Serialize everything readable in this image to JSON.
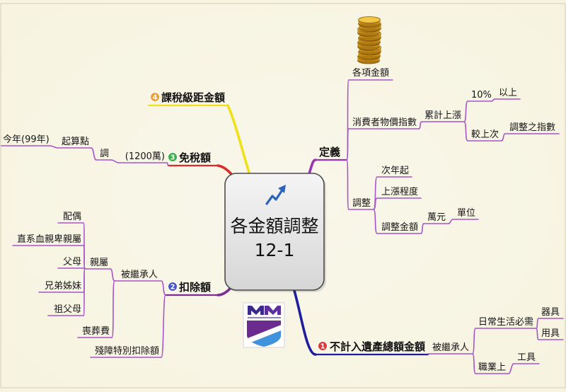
{
  "central_topic": {
    "icon": "trend-arrow-icon",
    "title": "各金額調整",
    "subtitle": "12-1"
  },
  "colors": {
    "background": "#f6f3df",
    "tax_bracket_branch": "#f0e01a",
    "exemption_branch": "#e02a2a",
    "deduction_branch": "#7b2d96",
    "excluded_branch": "#1f1f9e",
    "definition_branch": "#9b35b5",
    "sub_branch": "#a855c8",
    "badge_1": "#e03a3a",
    "badge_2": "#4a55cc",
    "badge_3": "#3aae48",
    "badge_4": "#f0a030"
  },
  "definition": {
    "label": "定義",
    "amounts": {
      "label": "各項金額",
      "icon": "coin-stack-icon"
    },
    "cpi": {
      "label": "消費者物價指數",
      "cumulative_rise": "累計上漲",
      "ten_percent": "10%",
      "above": "以上",
      "versus_last": "較上次",
      "adjusted_index": "調整之指數"
    },
    "adjustment": {
      "label": "調整",
      "next_year": "次年起",
      "rise_degree": "上漲程度",
      "adjusted_amount": "調整金額",
      "ten_thousand": "萬元",
      "unit": "單位"
    }
  },
  "excluded": {
    "badge": "1",
    "label": "不計入遺產總額金額",
    "decedent": "被繼承人",
    "daily_necessities": "日常生活必需",
    "appliances": "器具",
    "utensils": "用具",
    "occupational": "職業上",
    "tools": "工具"
  },
  "deduction": {
    "badge": "2",
    "label": "扣除額",
    "decedent": "被繼承人",
    "relatives": "親屬",
    "spouse": "配偶",
    "lineal_descendants": "直系血親卑親屬",
    "parents": "父母",
    "siblings": "兄弟姊妹",
    "grandparents": "祖父母",
    "funeral": "喪葬費",
    "disability": "殘障特別扣除額"
  },
  "exemption": {
    "badge": "3",
    "label": "免稅額",
    "amount": "(1200萬)",
    "adjust": "調",
    "starting_point": "起算點",
    "this_year": "今年(99年)"
  },
  "tax_bracket": {
    "badge": "4",
    "label": "課稅級距金額"
  },
  "logo": {
    "icon": "university-logo"
  }
}
